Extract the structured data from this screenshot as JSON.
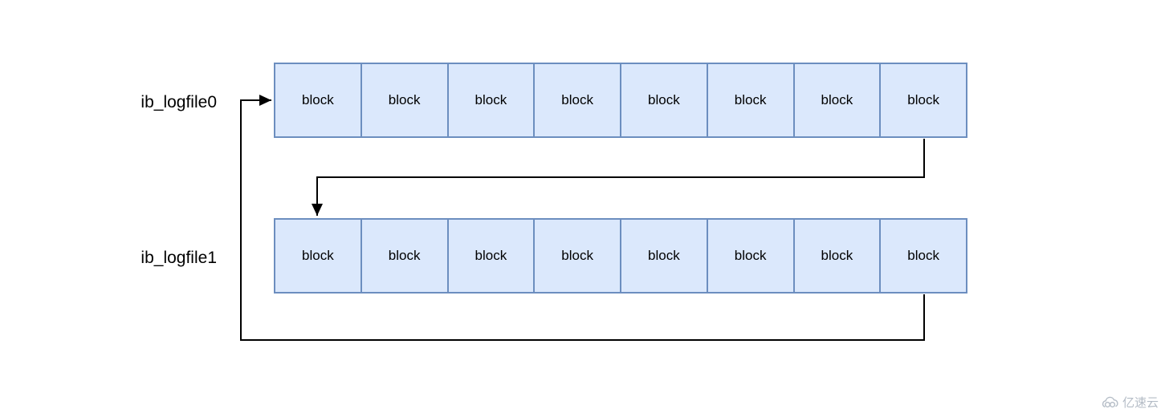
{
  "diagram": {
    "rows": [
      {
        "label": "ib_logfile0",
        "blocks": [
          "block",
          "block",
          "block",
          "block",
          "block",
          "block",
          "block",
          "block"
        ]
      },
      {
        "label": "ib_logfile1",
        "blocks": [
          "block",
          "block",
          "block",
          "block",
          "block",
          "block",
          "block",
          "block"
        ]
      }
    ],
    "colors": {
      "block_fill": "#dbe8fc",
      "block_border": "#6c8ebf",
      "connector": "#000000",
      "label_text": "#000000"
    }
  },
  "watermark": {
    "logo_icon": "yisu-cloud-logo-icon",
    "text": "亿速云",
    "color": "#b4bcc6"
  }
}
